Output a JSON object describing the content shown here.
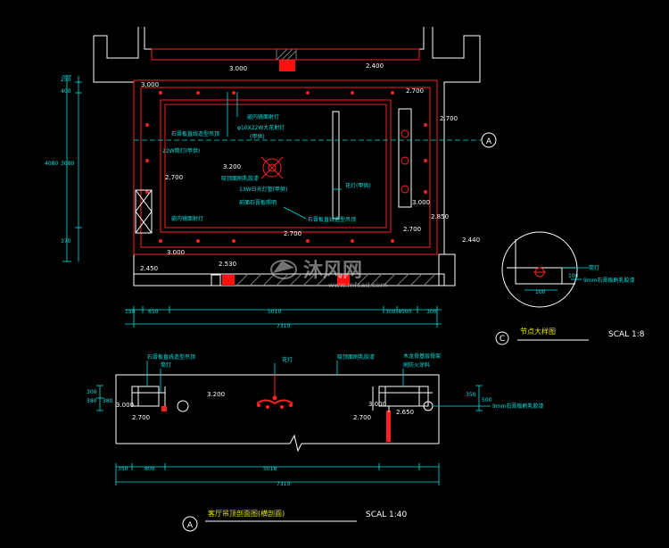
{
  "plan": {
    "levels": [
      "3.000",
      "2.400",
      "2.700",
      "2.700",
      "3.200",
      "2.700",
      "3.000",
      "2.700",
      "2.700",
      "2.850",
      "2.440",
      "3.000",
      "2.450",
      "2.530"
    ],
    "notes": [
      "石膏板直线造型吊顶",
      "φ10X22W大花射灯",
      "(甲供)",
      "22W筒灯(甲供)",
      "吸顶面刷乳胶漆",
      "13W日光灯管(甲供)",
      "前面石膏板照明",
      "花灯(甲供)",
      "石膏板直线造型吊顶",
      "嵌内镜面射灯",
      "嵌内镜面射灯"
    ],
    "dims_left": [
      "250",
      "400",
      "4080",
      "3080",
      "370"
    ],
    "dims_bottom": [
      "150",
      "650",
      "5010",
      "300",
      "4000",
      "300",
      "7310"
    ],
    "section_marker": "A",
    "watermark_text": "沐风网",
    "watermark_url": "www.mfcad.com"
  },
  "detail": {
    "title": "节点大样图",
    "scale": "SCAL 1:8",
    "marker": "C",
    "notes": [
      "筒灯",
      "9mm石膏板刷乳胶漆"
    ],
    "dims": [
      "100",
      "100"
    ]
  },
  "section": {
    "title": "客厅吊顶剖面图(横剖面)",
    "scale": "SCAL 1:40",
    "marker": "A",
    "notes_top": [
      "石膏板直线造型吊顶",
      "筒灯",
      "花灯",
      "吸顶面刷乳胶漆",
      "木龙骨基层骨架",
      "刷防火涂料"
    ],
    "note_right": "9mm石膏板刷乳胶漆",
    "levels": [
      "3.000",
      "2.700",
      "3.200",
      "3.000",
      "2.650",
      "2.700"
    ],
    "dims_left": [
      "300",
      "380",
      "380"
    ],
    "dims_right": [
      "350",
      "500"
    ],
    "dims_bottom": [
      "350",
      "800",
      "5018",
      "7310"
    ]
  },
  "colors": {
    "background": "#000000",
    "line_white": "#ffffff",
    "line_red": "#ff2020",
    "dim_cyan": "#00e0e0",
    "note_yellow": "#e8e800"
  }
}
